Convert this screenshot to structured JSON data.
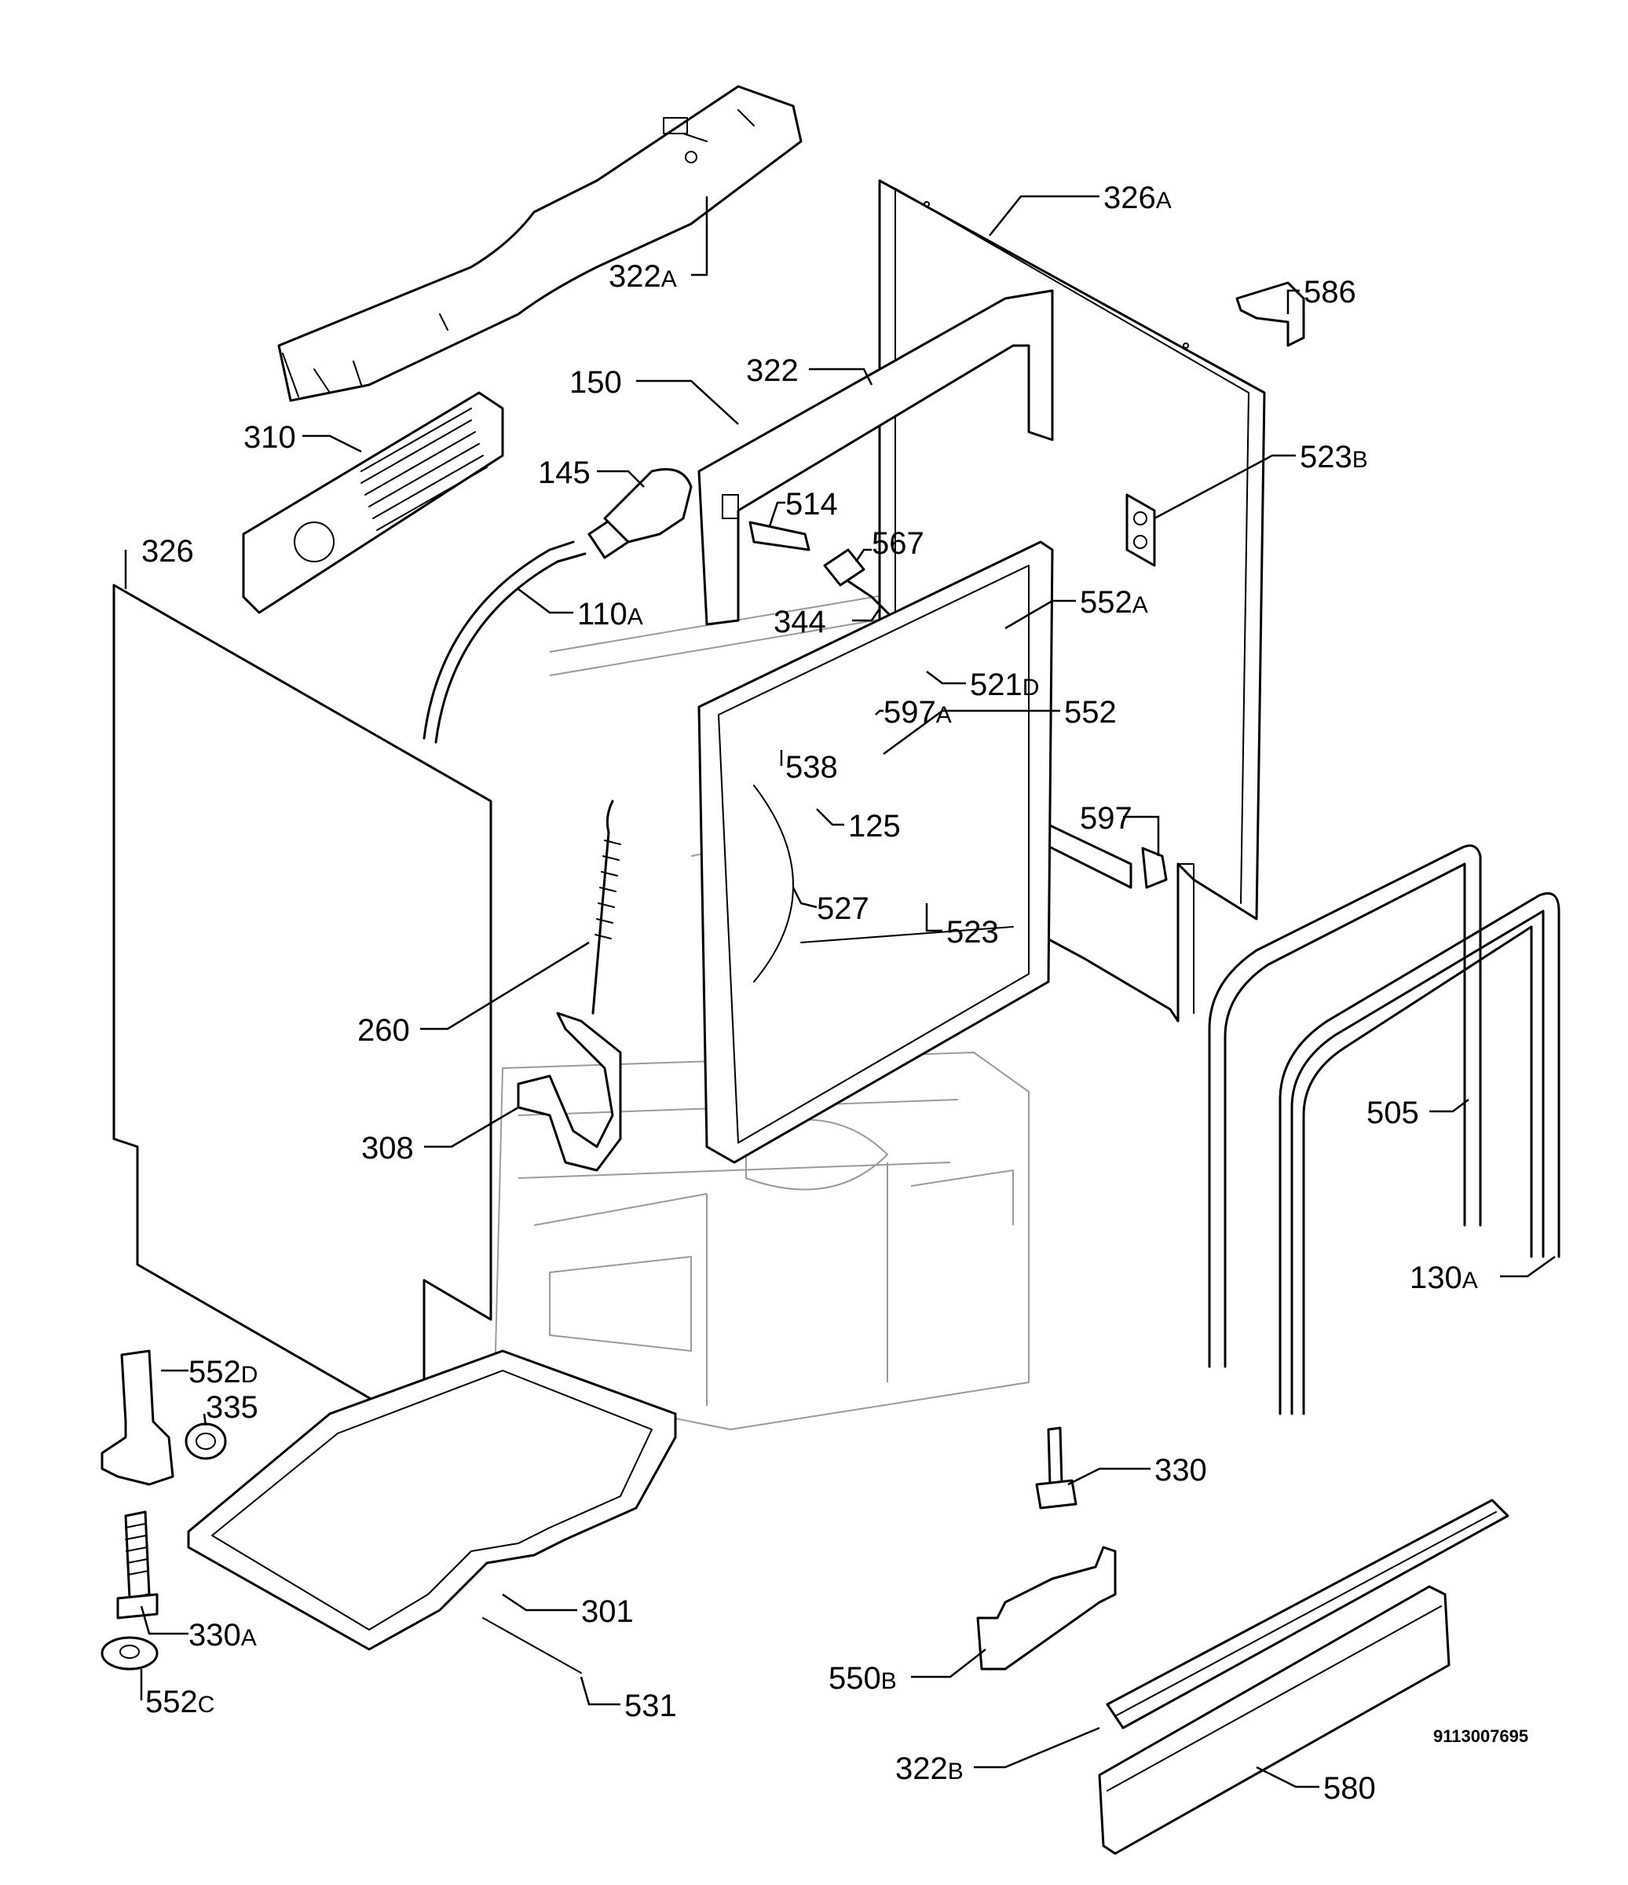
{
  "diagram": {
    "drawing_number": "9113007695",
    "callouts": [
      {
        "id": "326A",
        "num": "326",
        "suffix": "A"
      },
      {
        "id": "322A",
        "num": "322",
        "suffix": "A"
      },
      {
        "id": "586",
        "num": "586",
        "suffix": ""
      },
      {
        "id": "150",
        "num": "150",
        "suffix": ""
      },
      {
        "id": "322",
        "num": "322",
        "suffix": ""
      },
      {
        "id": "310",
        "num": "310",
        "suffix": ""
      },
      {
        "id": "145",
        "num": "145",
        "suffix": ""
      },
      {
        "id": "523B",
        "num": "523",
        "suffix": "B"
      },
      {
        "id": "514",
        "num": "514",
        "suffix": ""
      },
      {
        "id": "567",
        "num": "567",
        "suffix": ""
      },
      {
        "id": "326",
        "num": "326",
        "suffix": ""
      },
      {
        "id": "110A",
        "num": "110",
        "suffix": "A"
      },
      {
        "id": "344",
        "num": "344",
        "suffix": ""
      },
      {
        "id": "552A",
        "num": "552",
        "suffix": "A"
      },
      {
        "id": "521D",
        "num": "521",
        "suffix": "D"
      },
      {
        "id": "597A",
        "num": "597",
        "suffix": "A"
      },
      {
        "id": "552",
        "num": "552",
        "suffix": ""
      },
      {
        "id": "538",
        "num": "538",
        "suffix": ""
      },
      {
        "id": "597",
        "num": "597",
        "suffix": ""
      },
      {
        "id": "125",
        "num": "125",
        "suffix": ""
      },
      {
        "id": "527",
        "num": "527",
        "suffix": ""
      },
      {
        "id": "523",
        "num": "523",
        "suffix": ""
      },
      {
        "id": "260",
        "num": "260",
        "suffix": ""
      },
      {
        "id": "505",
        "num": "505",
        "suffix": ""
      },
      {
        "id": "308",
        "num": "308",
        "suffix": ""
      },
      {
        "id": "130A",
        "num": "130",
        "suffix": "A"
      },
      {
        "id": "552D",
        "num": "552",
        "suffix": "D"
      },
      {
        "id": "335",
        "num": "335",
        "suffix": ""
      },
      {
        "id": "330",
        "num": "330",
        "suffix": ""
      },
      {
        "id": "301",
        "num": "301",
        "suffix": ""
      },
      {
        "id": "330A",
        "num": "330",
        "suffix": "A"
      },
      {
        "id": "550B",
        "num": "550",
        "suffix": "B"
      },
      {
        "id": "552C",
        "num": "552",
        "suffix": "C"
      },
      {
        "id": "531",
        "num": "531",
        "suffix": ""
      },
      {
        "id": "322B",
        "num": "322",
        "suffix": "B"
      },
      {
        "id": "580",
        "num": "580",
        "suffix": ""
      }
    ]
  }
}
